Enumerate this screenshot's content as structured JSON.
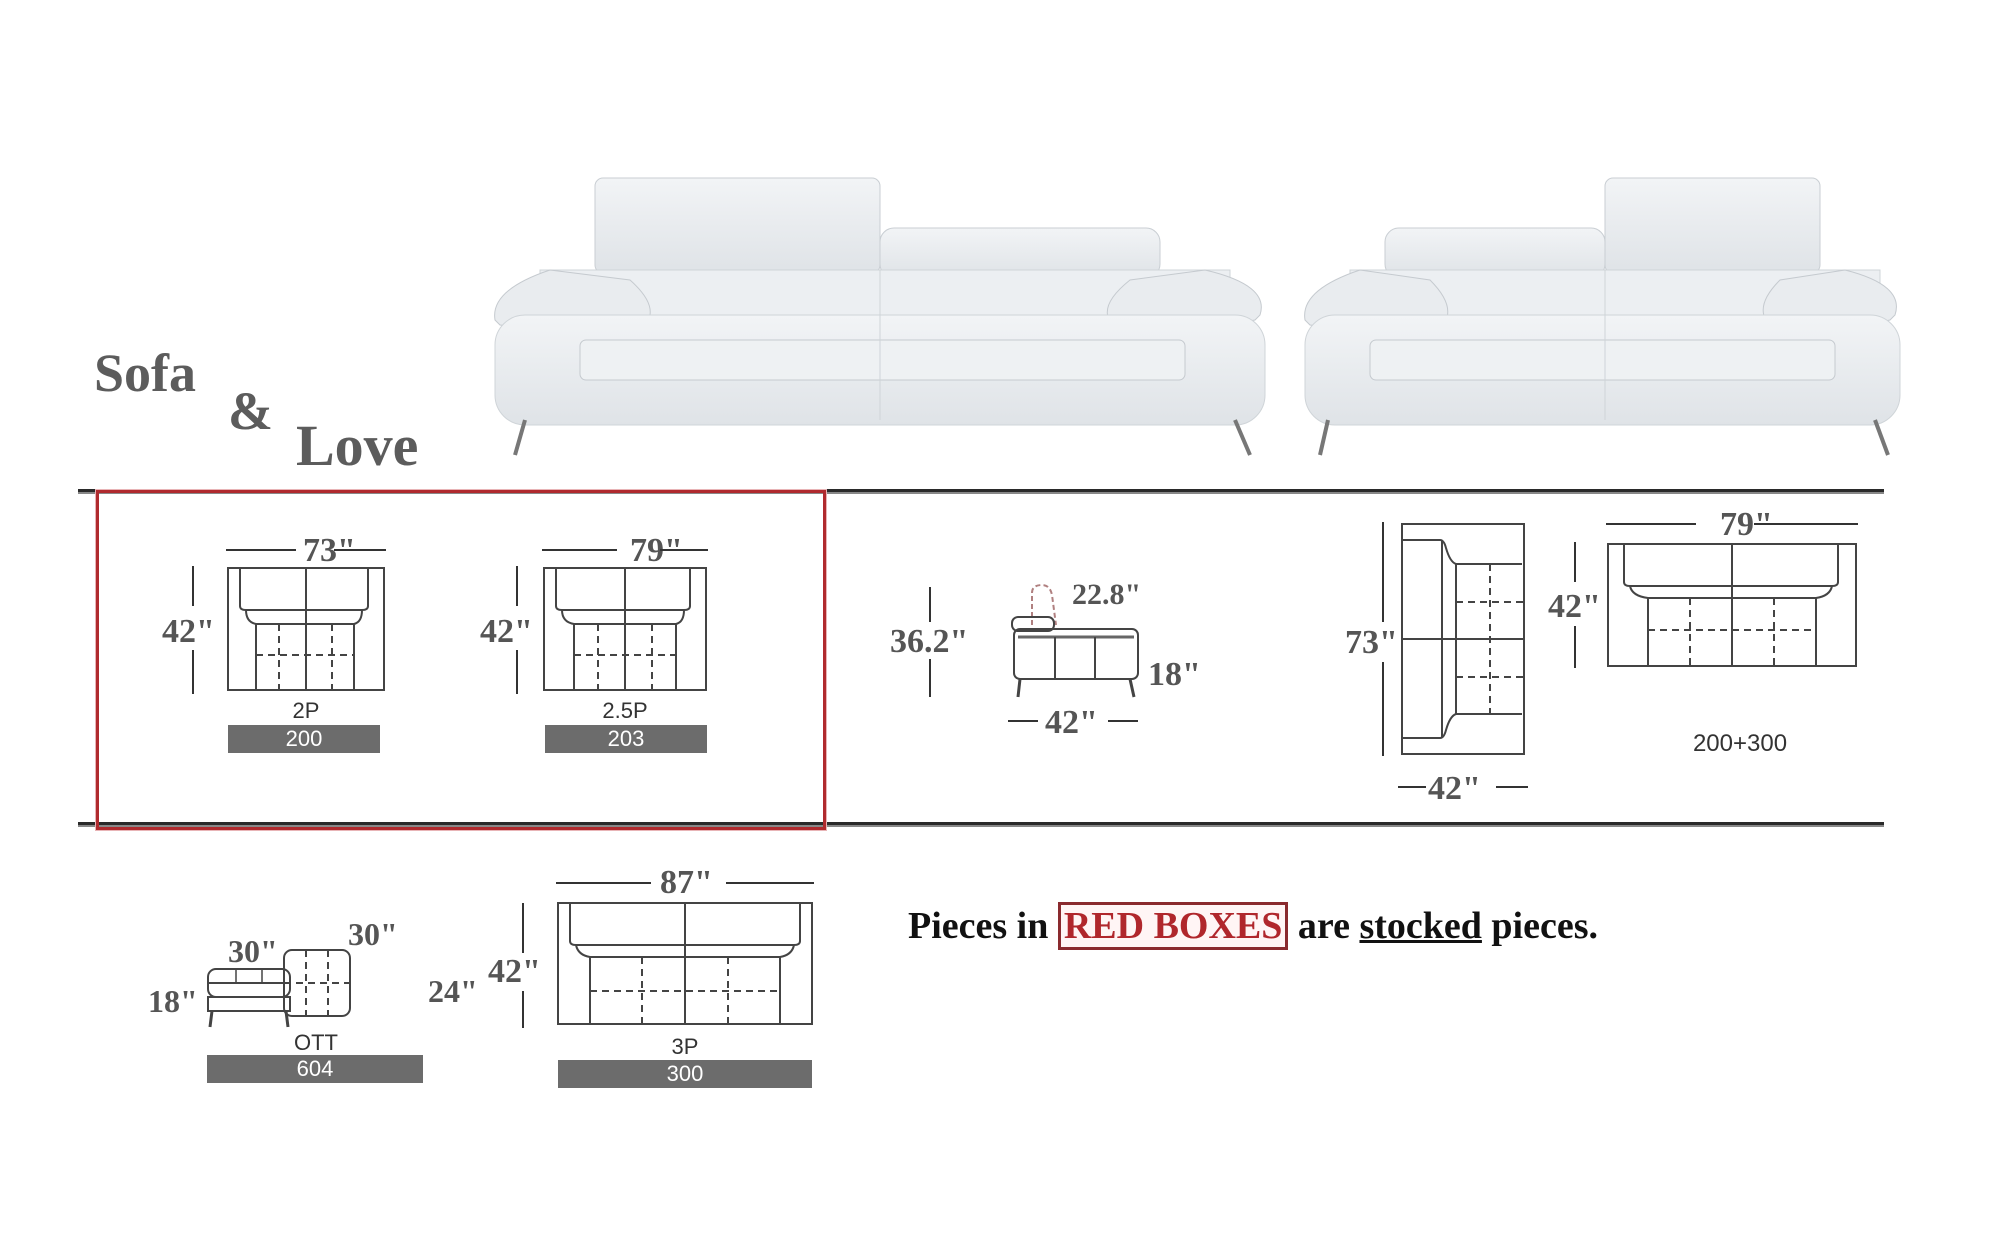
{
  "title": {
    "word1": "Sofa",
    "amp": "&",
    "word2": "Love"
  },
  "photos": [
    {
      "name": "sofa-photo",
      "description": "White leather sofa with adjustable headrest, chrome legs"
    },
    {
      "name": "loveseat-photo",
      "description": "White leather loveseat with adjustable headrest, chrome legs"
    }
  ],
  "row1": {
    "stocked_group": [
      {
        "width": "73\"",
        "depth": "42\"",
        "label": "2P",
        "code": "200"
      },
      {
        "width": "79\"",
        "depth": "42\"",
        "label": "2.5P",
        "code": "203"
      }
    ],
    "side_view": {
      "height": "36.2\"",
      "headrest": "22.8\"",
      "seat_height": "18\"",
      "depth": "42\""
    },
    "set_view": {
      "length": "73\"",
      "depth_bottom": "42\"",
      "width_top": "79\"",
      "depth_right": "42\"",
      "label": "200+300"
    }
  },
  "row2": {
    "ottoman": {
      "width_side": "30\"",
      "height": "18\"",
      "width_top": "30\"",
      "depth": "24\"",
      "label": "OTT",
      "code": "604"
    },
    "sofa3": {
      "width": "87\"",
      "depth": "42\"",
      "label": "3P",
      "code": "300"
    }
  },
  "note": {
    "part1": "Pieces in",
    "red": "RED BOXES",
    "part2": "are",
    "underlined": "stocked",
    "part3": "pieces."
  },
  "colors": {
    "red_box": "#b02a2e",
    "code_bar": "#6c6c6c",
    "title": "#5c5c5c"
  }
}
